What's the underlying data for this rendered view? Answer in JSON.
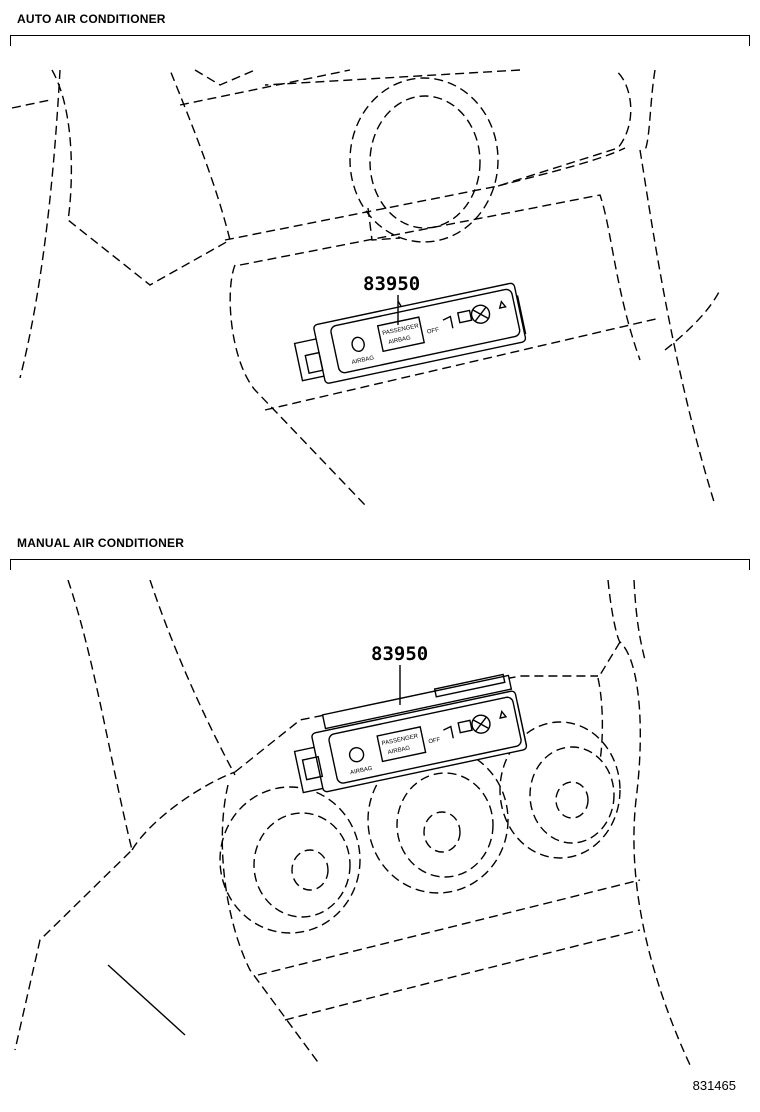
{
  "sections": [
    {
      "title": "AUTO AIR CONDITIONER",
      "part_number": "83950"
    },
    {
      "title": "MANUAL AIR CONDITIONER",
      "part_number": "83950"
    }
  ],
  "diagram_id": "831465"
}
